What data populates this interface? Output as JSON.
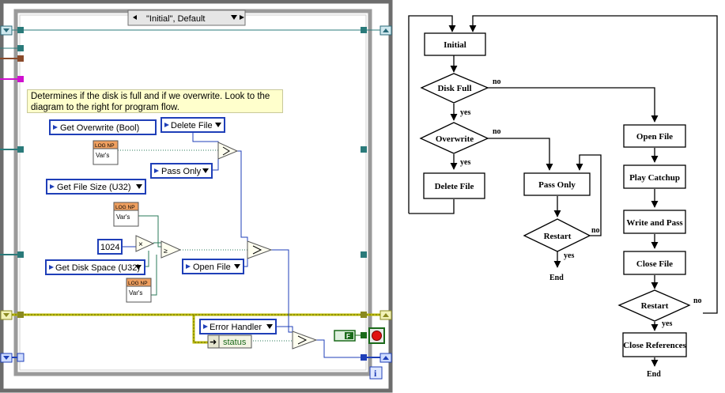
{
  "block_diagram": {
    "case_selector": "\"Initial\", Default",
    "comment": "Determines if the disk is full and if we overwrite.  Look to the diagram to the right for program flow.",
    "enums": {
      "get_overwrite": "Get Overwrite (Bool)",
      "delete_file": "Delete File",
      "pass_only": "Pass Only",
      "get_file_size": "Get File Size (U32)",
      "get_disk_space": "Get Disk Space (U32)",
      "open_file": "Open File",
      "error_handler": "Error Handler"
    },
    "subvi_header": "LOG NP",
    "subvi_body": "Var's",
    "constant_1024": "1024",
    "status_label": "status",
    "bool_constant": "F",
    "info_glyph": "i",
    "colors": {
      "wire_blue": "#1f3fb8",
      "wire_green": "#2a7a5a",
      "error_yellow": "#b8b800",
      "frame": "#8a8a8a"
    }
  },
  "flowchart": {
    "nodes": {
      "initial": "Initial",
      "disk_full": "Disk Full",
      "overwrite": "Overwrite",
      "delete_file": "Delete File",
      "pass_only": "Pass Only",
      "restart_left": "Restart",
      "open_file": "Open File",
      "play_catchup": "Play Catchup",
      "write_and_pass": "Write and Pass",
      "close_file": "Close File",
      "restart_right": "Restart",
      "close_references": "Close References"
    },
    "labels": {
      "disk_full_no": "no",
      "disk_full_yes": "yes",
      "overwrite_no": "no",
      "overwrite_yes": "yes",
      "restart_left_no": "no",
      "restart_left_yes": "yes",
      "restart_right_no": "no",
      "restart_right_yes": "yes",
      "end_left": "End",
      "end_right": "End"
    }
  }
}
